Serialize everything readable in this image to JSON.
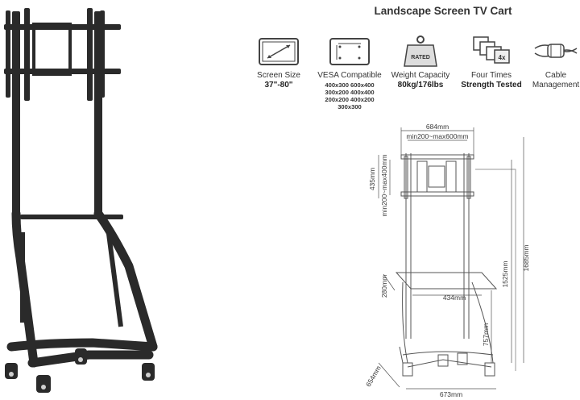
{
  "title": "Landscape Screen TV Cart",
  "features": [
    {
      "icon": "screen-size-icon",
      "label": "Screen Size",
      "value": "37\"-80\""
    },
    {
      "icon": "vesa-icon",
      "label": "VESA Compatible",
      "sizes": [
        "400x300 600x400",
        "300x200 400x400",
        "200x200 400x200",
        "300x300"
      ]
    },
    {
      "icon": "weight-icon",
      "label": "Weight Capacity",
      "value": "80kg/176lbs",
      "badge": "RATED"
    },
    {
      "icon": "strength-icon",
      "label": "Four Times",
      "value": "Strength Tested",
      "badge": "4x"
    },
    {
      "icon": "cable-icon",
      "label": "Cable",
      "label2": "Management"
    }
  ],
  "dimensions": {
    "overall_width": "684mm",
    "vesa_range_width": "min200~max600mm",
    "bracket_height": "435mm",
    "vesa_range_height": "min200~max400mm",
    "overall_height": "1685mm",
    "max_height": "1525mm",
    "shelf_depth": "280mm",
    "shelf_width": "434mm",
    "shelf_height": "757mm",
    "base_depth": "654mm",
    "base_width": "673mm"
  },
  "colors": {
    "frame": "#2a2a2a",
    "text": "#333333",
    "line": "#555555"
  }
}
